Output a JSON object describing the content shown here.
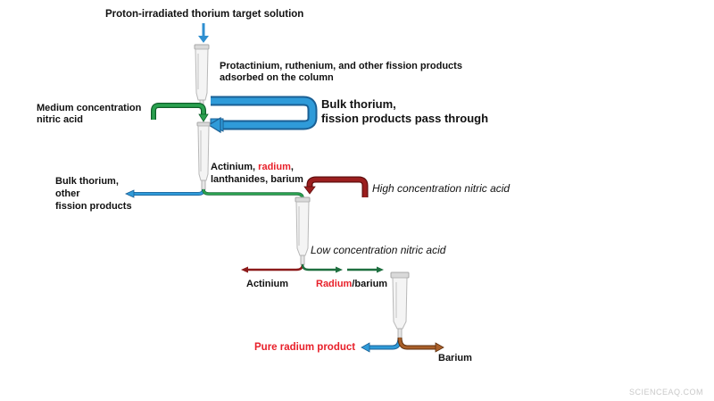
{
  "labels": {
    "feed": "Proton-irradiated thorium target solution",
    "adsorbed_line1": "Protactinium, ruthenium, and other fission products",
    "adsorbed_line2": "adsorbed on the column",
    "medium_line1": "Medium concentration",
    "medium_line2": "nitric acid",
    "pass_line1": "Bulk thorium,",
    "pass_line2": "fission products pass through",
    "retained_line1_pre": "Actinium, ",
    "retained_line1_red": "radium",
    "retained_line1_post": ",",
    "retained_line2": "lanthanides, barium",
    "bulk_line1": "Bulk thorium,",
    "bulk_line2": "other",
    "bulk_line3": "fission products",
    "high_acid": "High concentration nitric acid",
    "low_acid": "Low concentration nitric acid",
    "actinium": "Actinium",
    "radium_red": "Radium",
    "radium_rest": "/barium",
    "pure_radium": "Pure radium product",
    "barium": "Barium"
  },
  "watermark": "SCIENCEAQ.COM",
  "colors": {
    "blue": "#2f8fd0",
    "blue_dark": "#1a5f94",
    "green": "#1f8a44",
    "dark_red": "#8c1a1a",
    "dark_green": "#1e6f3f",
    "brown": "#8a4a1c",
    "highlight_red": "#e8202a"
  },
  "icons": [
    "column-1-icon",
    "column-2-icon",
    "column-3-icon",
    "column-4-icon"
  ]
}
